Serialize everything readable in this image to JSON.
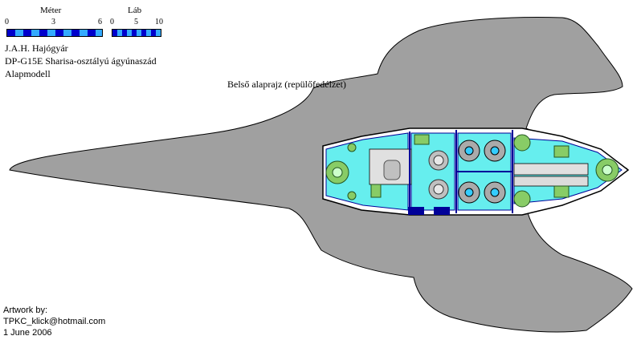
{
  "scale": {
    "meter_label": "Méter",
    "meter_ticks": [
      "0",
      "3",
      "6"
    ],
    "lab_label": "Láb",
    "lab_ticks": [
      "0",
      "5",
      "10"
    ]
  },
  "title": {
    "line1": "J.A.H. Hajógyár",
    "line2": "DP-G15E Sharisa-osztályú ágyúnaszád",
    "line3": "Alapmodell"
  },
  "deck_label": "Belső alaprajz (repülőfedélzet)",
  "credits": {
    "line1": "Artwork by:",
    "line2": "TPKC_klick@hotmail.com",
    "line3": "1 June 2006"
  },
  "colors": {
    "hull": "#a0a0a0",
    "hull_outline": "#000000",
    "deck_floor": "#66eeee",
    "bulkhead": "#000099",
    "equipment": "#88cc66",
    "corridor": "#e8e8e8",
    "scale_dark": "#0000cc",
    "scale_light": "#33aaff"
  }
}
